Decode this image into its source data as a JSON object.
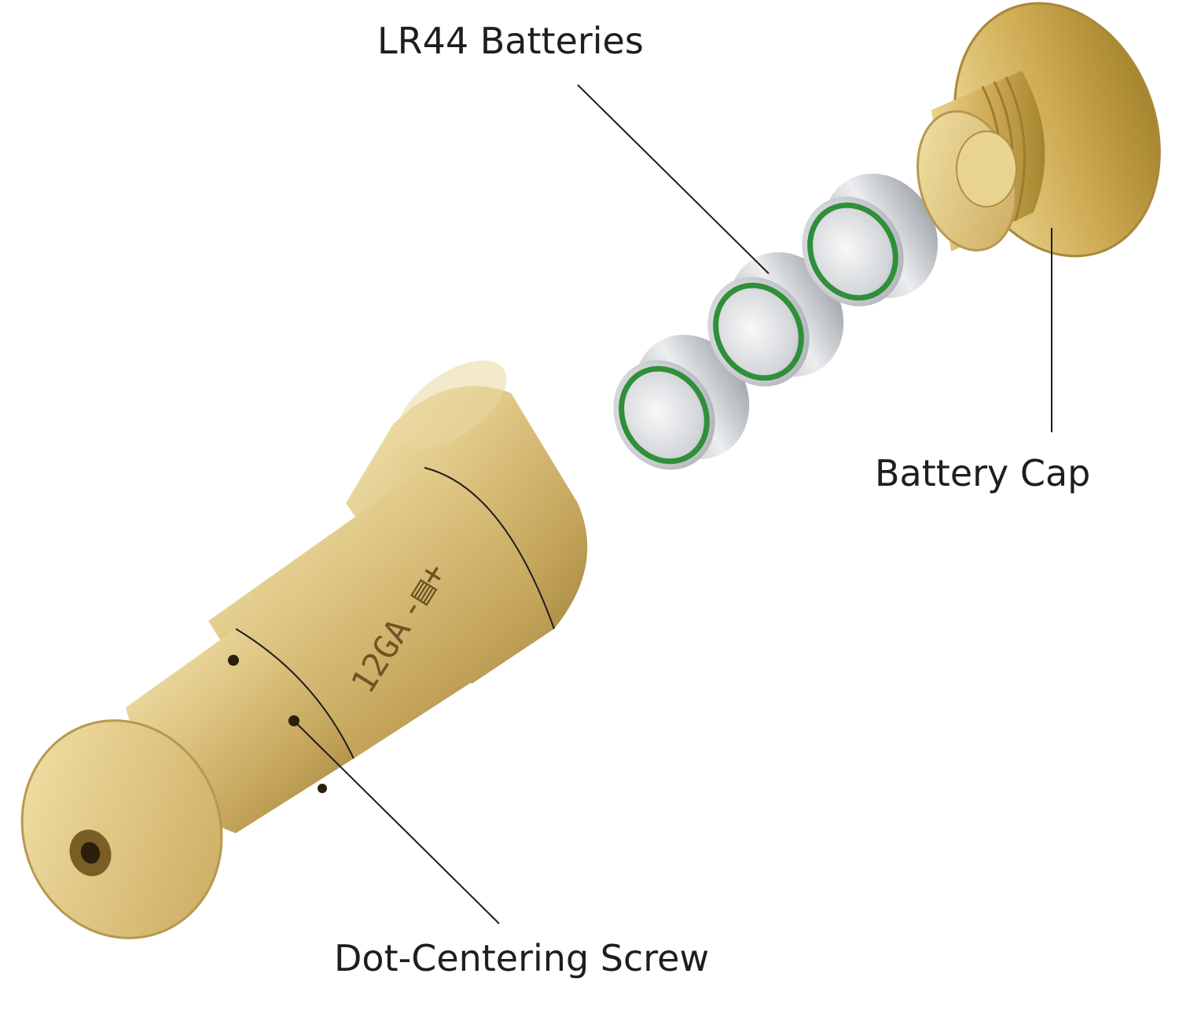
{
  "labels": {
    "batteries": "LR44 Batteries",
    "cap": "Battery Cap",
    "screw": "Dot-Centering Screw"
  },
  "engraving": {
    "caliber": "12GA",
    "polarity": "-▤+"
  },
  "colors": {
    "brass_light": "#f1e1a6",
    "brass_mid": "#d6bb6e",
    "brass_dark": "#a98a3f",
    "battery_silver": "#c9cccf",
    "seal_green": "#2f8f3a",
    "text": "#1e1e1e"
  }
}
